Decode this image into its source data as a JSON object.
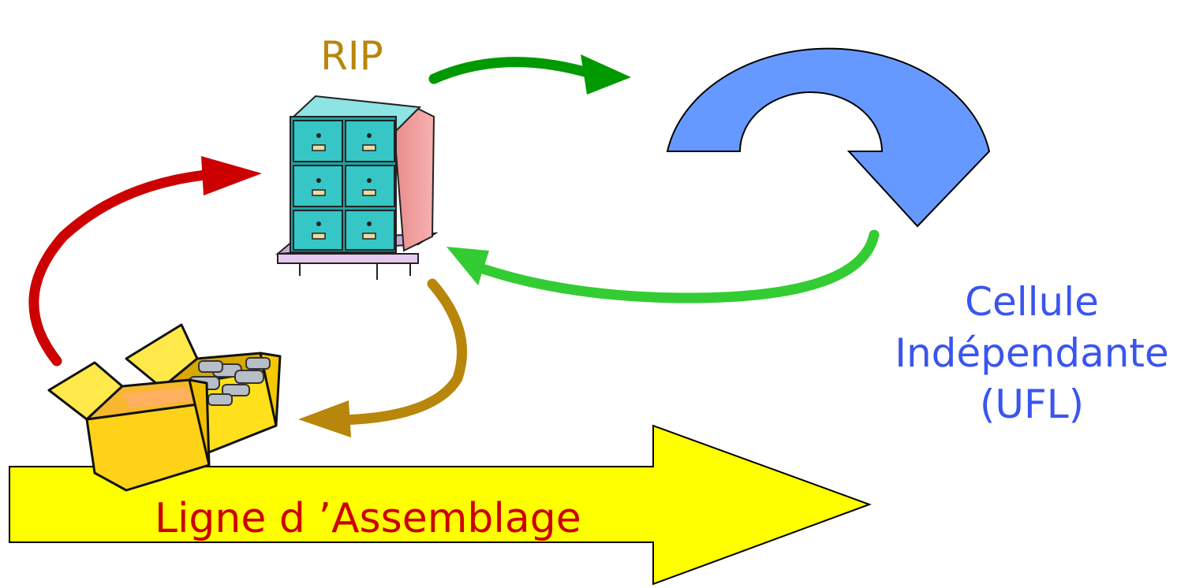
{
  "labels": {
    "rip": "RIP",
    "cell_line1": "Cellule",
    "cell_line2": "Indépendante",
    "cell_line3": "(UFL)",
    "assembly": "Ligne d ’Assemblage"
  },
  "colors": {
    "rip_text": "#b8860b",
    "cell_text": "#3a55ee",
    "assembly_text": "#cc0000",
    "assembly_arrow": "#ffff00",
    "cycle_arrow": "#6699ff",
    "arrow_green_dark": "#009900",
    "arrow_green_light": "#33cc33",
    "arrow_red": "#cc0000",
    "arrow_brown": "#b8860b"
  },
  "icons": {
    "cabinet": "filing-cabinet-icon",
    "boxes": "open-boxes-with-parts-icon"
  }
}
